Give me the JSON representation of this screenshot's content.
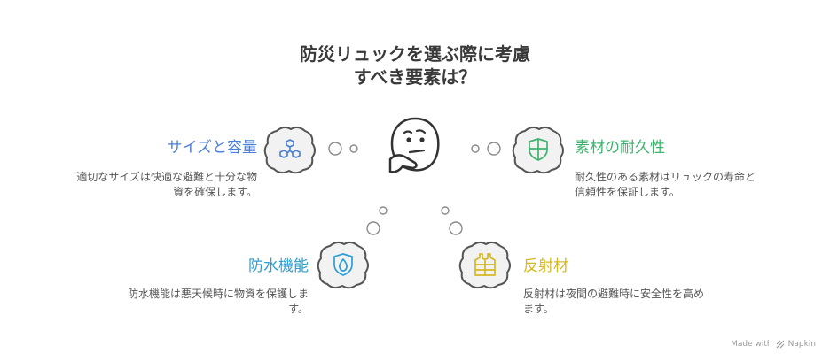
{
  "title": {
    "line1": "防災リュックを選ぶ際に考慮",
    "line2": "すべき要素は？"
  },
  "items": [
    {
      "heading": "サイズと容量",
      "line1": "適切なサイズは快適な避難と十分な物",
      "line2": "資を確保します。",
      "color": "#4a7fd6",
      "icon": "cubes-network-icon"
    },
    {
      "heading": "素材の耐久性",
      "line1": "耐久性のある素材はリュックの寿命と",
      "line2": "信頼性を保証します。",
      "color": "#3fb36e",
      "icon": "shield-icon"
    },
    {
      "heading": "防水機能",
      "line1": "防水機能は悪天候時に物資を保護しま",
      "line2": "す。",
      "color": "#2a9ed6",
      "icon": "water-drop-shield-icon"
    },
    {
      "heading": "反射材",
      "line1": "反射材は夜間の避難時に安全性を高め",
      "line2": "ます。",
      "color": "#d6b820",
      "icon": "safety-vest-icon"
    }
  ],
  "center_icon": "thinking-face-icon",
  "footer": {
    "prefix": "Made with",
    "brand": "Napkin"
  }
}
